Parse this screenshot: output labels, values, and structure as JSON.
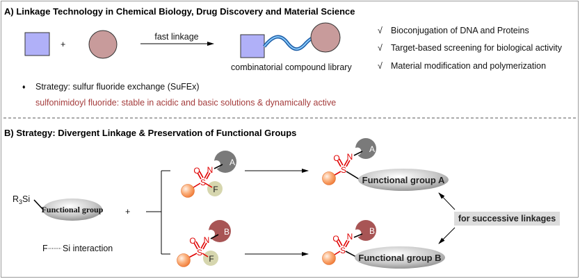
{
  "section_a": {
    "title": "A) Linkage Technology in Chemical Biology, Drug Discovery and Material Science",
    "plus": "+",
    "arrow_label": "fast linkage",
    "product_label": "combinatorial compound library",
    "check_symbol": "√",
    "applications": [
      "Bioconjugation of DNA and Proteins",
      "Target-based screening for biological activity",
      "Material modification and polymerization"
    ],
    "bullet": "♦",
    "strategy": "Strategy:  sulfur fluoride exchange (SuFEx)",
    "highlight": "sulfonimidoyl fluoride: stable in acidic and basic solutions & dynamically  active",
    "colors": {
      "square": "#b0b0f8",
      "circle": "#c89b9b",
      "linker": "#2f7fc8",
      "highlight_text": "#a43c3c"
    }
  },
  "section_b": {
    "title": "B) Strategy: Divergent Linkage & Preservation of Functional Groups",
    "silyl": "R",
    "silyl_sub": "3",
    "silyl_si": "Si",
    "functional_group": "Functional group",
    "plus": "+",
    "interaction_f": "F",
    "interaction": "Si interaction",
    "atoms": {
      "O": "O",
      "N": "N",
      "S": "S",
      "F": "F"
    },
    "reagent_a_label": "A",
    "reagent_b_label": "B",
    "product_a": "Functional group A",
    "product_b": "Functional group B",
    "note": "for successive linkages",
    "colors": {
      "atom": "#e00000",
      "group_a": "#7a7a7a",
      "group_b": "#a85555",
      "fluoride": "#d6d6ae",
      "sphere": "#f79a5c",
      "note_bg": "#dcdcdc"
    }
  }
}
